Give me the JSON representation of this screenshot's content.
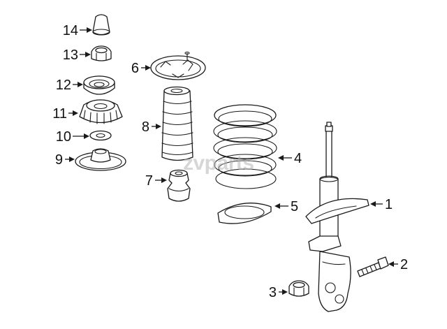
{
  "diagram": {
    "watermark": "zvparts",
    "callouts": [
      {
        "id": "1",
        "label": "1"
      },
      {
        "id": "2",
        "label": "2"
      },
      {
        "id": "3",
        "label": "3"
      },
      {
        "id": "4",
        "label": "4"
      },
      {
        "id": "5",
        "label": "5"
      },
      {
        "id": "6",
        "label": "6"
      },
      {
        "id": "7",
        "label": "7"
      },
      {
        "id": "8",
        "label": "8"
      },
      {
        "id": "9",
        "label": "9"
      },
      {
        "id": "10",
        "label": "10"
      },
      {
        "id": "11",
        "label": "11"
      },
      {
        "id": "12",
        "label": "12"
      },
      {
        "id": "13",
        "label": "13"
      },
      {
        "id": "14",
        "label": "14"
      }
    ]
  }
}
